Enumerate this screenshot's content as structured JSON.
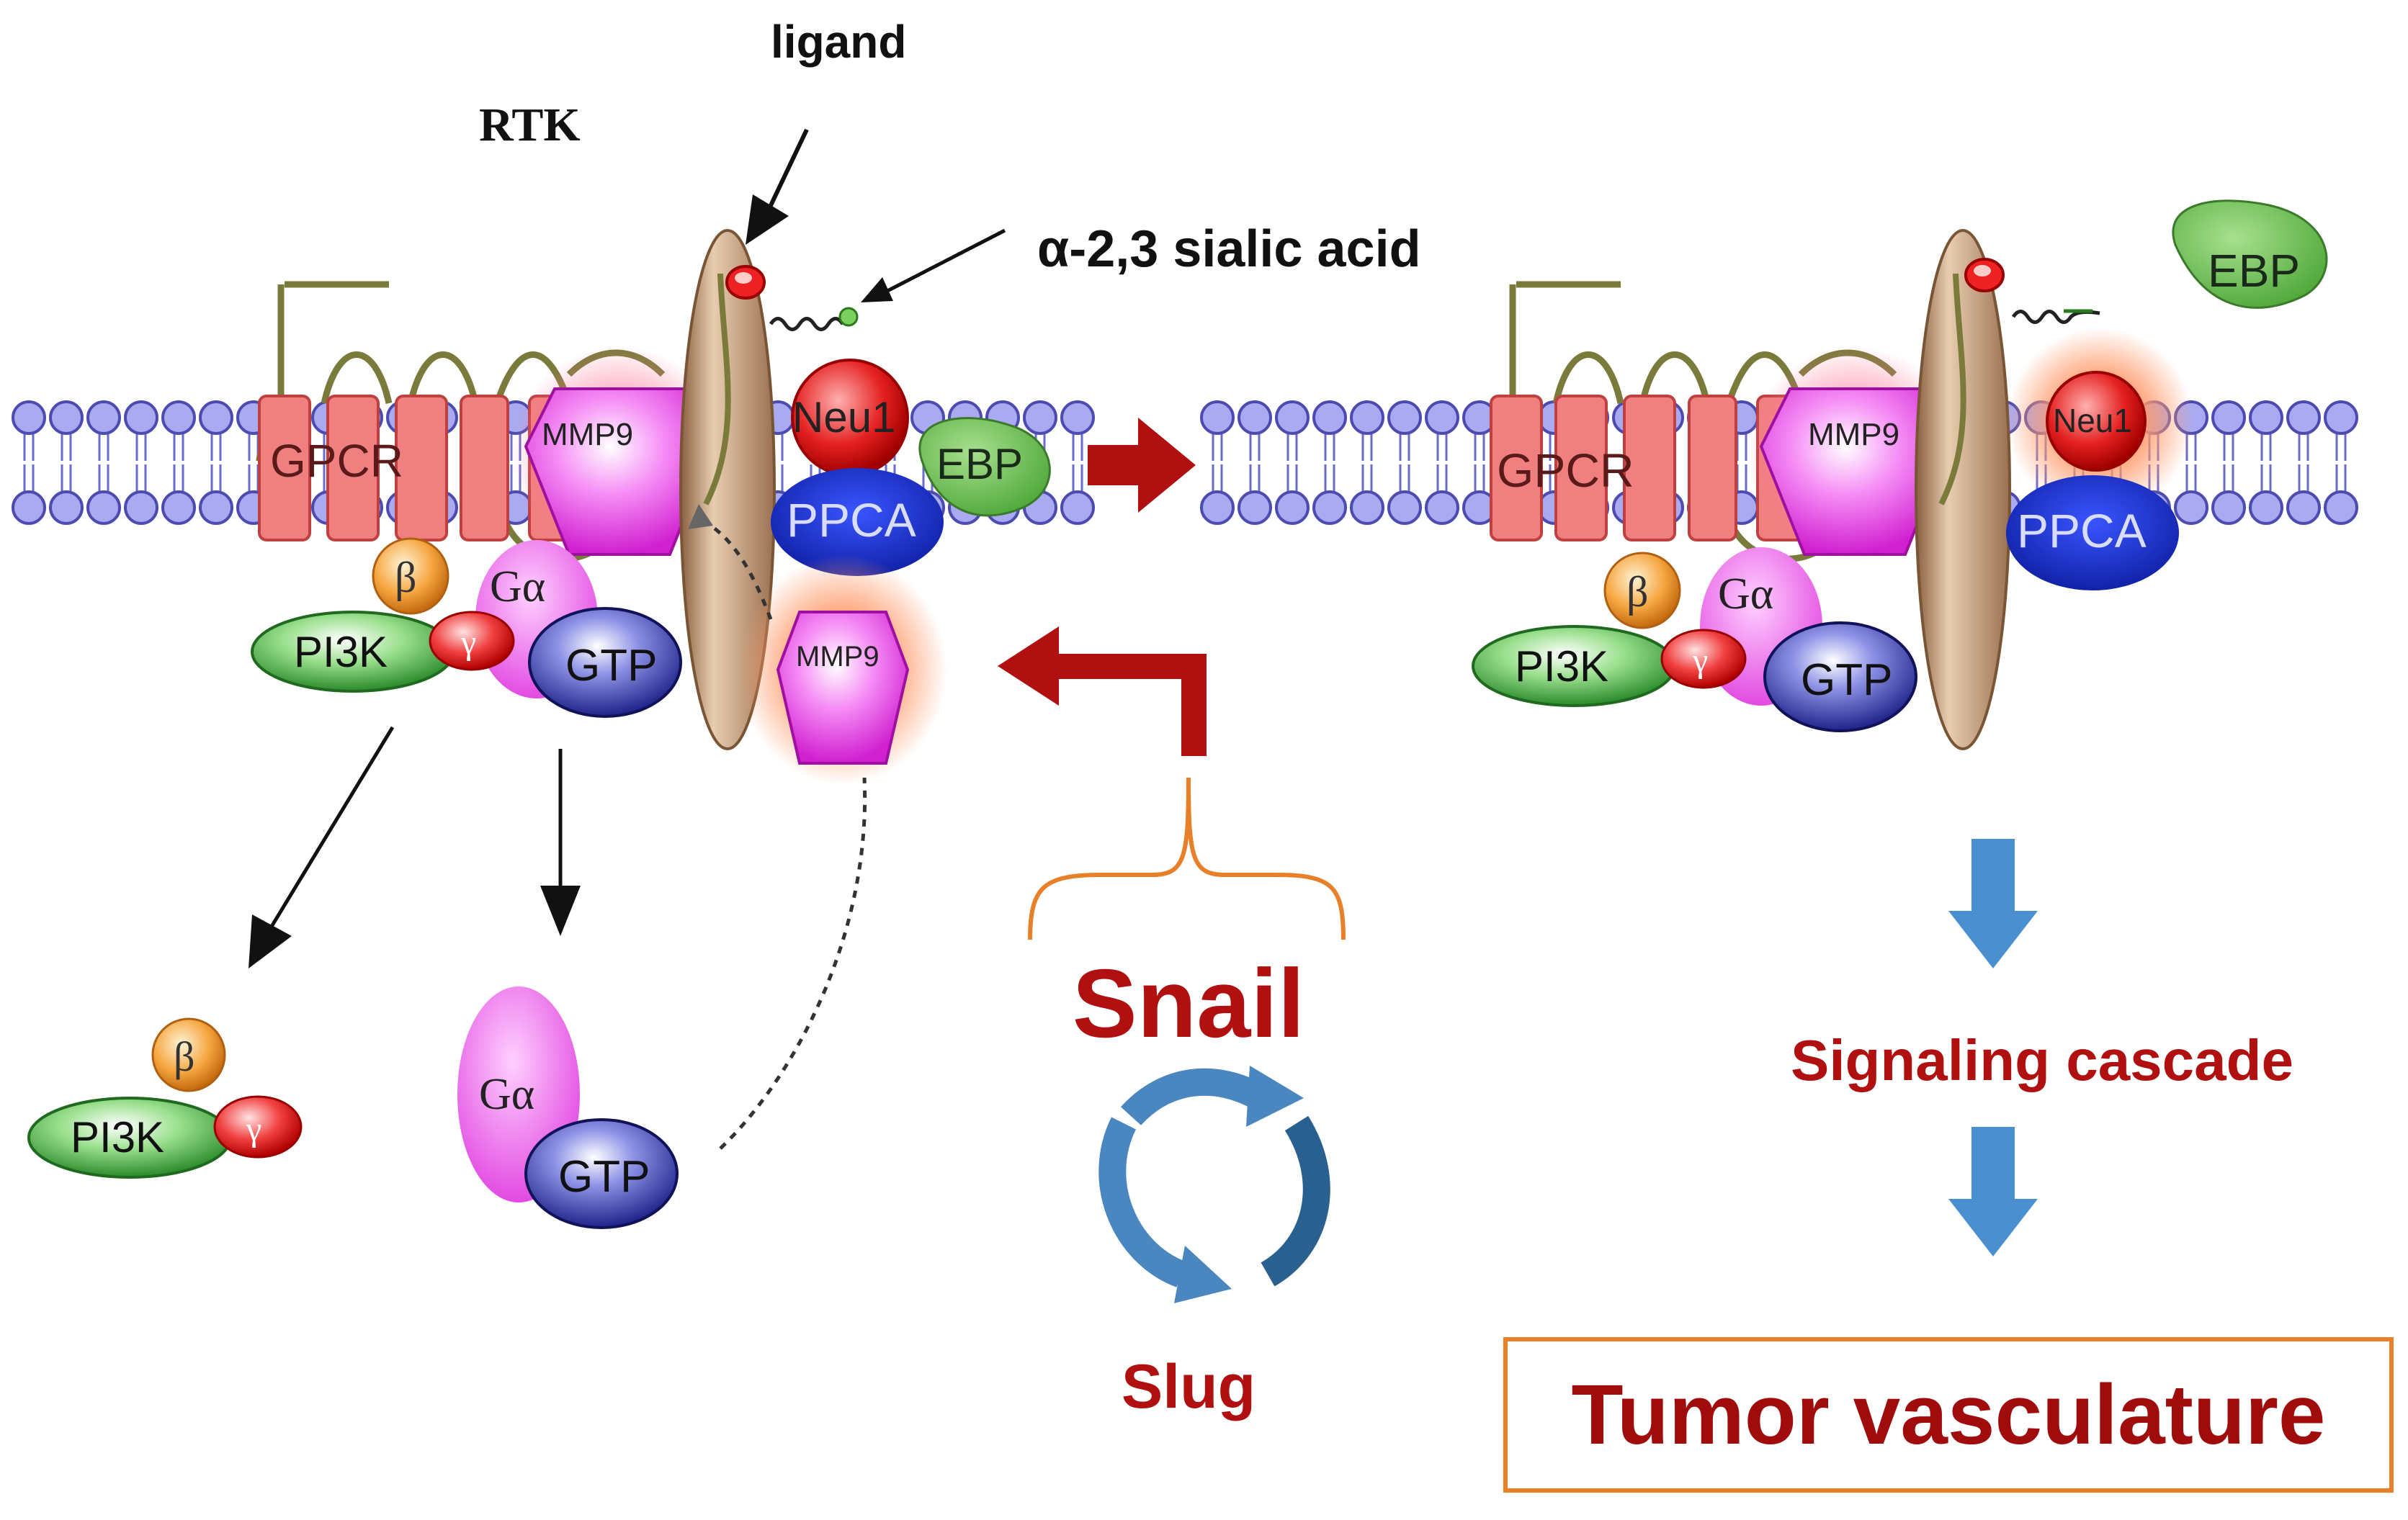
{
  "labels": {
    "ligand": "ligand",
    "rtk": "RTK",
    "sialic_acid": "α-2,3 sialic acid",
    "snail": "Snail",
    "slug": "Slug",
    "signaling_cascade": "Signaling cascade",
    "tumor_vasculature": "Tumor vasculature"
  },
  "left_complex": {
    "gpcr": "GPCR",
    "mmp9_membrane": "MMP9",
    "mmp9_free": "MMP9",
    "neu1": "Neu1",
    "ebp": "EBP",
    "ppca": "PPCA",
    "beta": "β",
    "gamma": "γ",
    "g_alpha": "Gα",
    "pi3k": "PI3K",
    "gtp": "GTP"
  },
  "released": {
    "beta": "β",
    "gamma": "γ",
    "pi3k": "PI3K",
    "g_alpha": "Gα",
    "gtp": "GTP"
  },
  "right_complex": {
    "gpcr": "GPCR",
    "mmp9": "MMP9",
    "neu1": "Neu1",
    "ebp": "EBP",
    "ppca": "PPCA",
    "beta": "β",
    "gamma": "γ",
    "g_alpha": "Gα",
    "pi3k": "PI3K",
    "gtp": "GTP"
  },
  "colors": {
    "membrane": "#6b6bc9",
    "gpcr": "#f08080",
    "mmp9": "#ee55ee",
    "neu1": "#e02020",
    "ebp": "#6abf4b",
    "ppca": "#1a2fd0",
    "pi3k": "#3aa040",
    "gtp": "#2b2f9a",
    "dark_red": "#b01010",
    "blue_arrow": "#4a90d0",
    "orange": "#e8802a",
    "rtk": "#b08560"
  }
}
